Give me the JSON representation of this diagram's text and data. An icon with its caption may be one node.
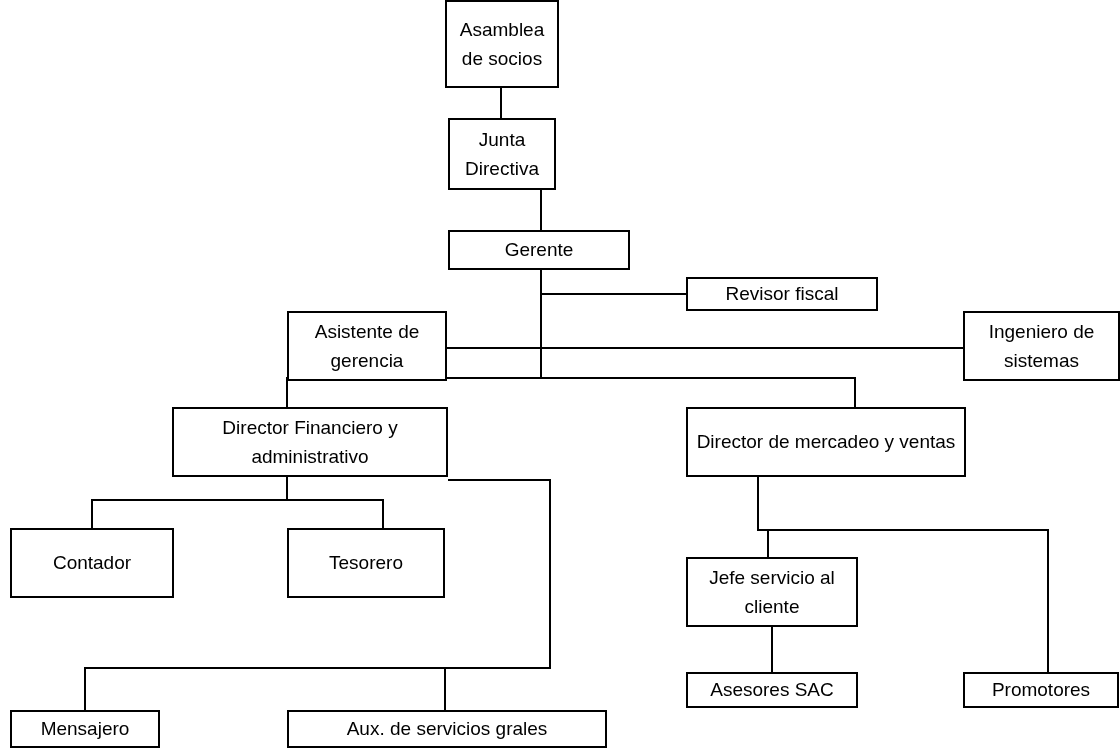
{
  "diagram": {
    "nodes": [
      {
        "text": [
          "Asamblea de socios"
        ]
      },
      {
        "text": [
          "Junta Directiva"
        ]
      },
      {
        "text": [
          "Gerente"
        ]
      },
      {
        "text": [
          "Revisor fiscal"
        ]
      },
      {
        "text": [
          "Asistente de gerencia"
        ]
      },
      {
        "text": [
          "Ingeniero de sistemas"
        ]
      },
      {
        "text": [
          "Director Financiero y administrativo"
        ]
      },
      {
        "text": [
          "Director de mercadeo y ventas"
        ]
      },
      {
        "text": [
          "Contador"
        ]
      },
      {
        "text": [
          "Tesorero"
        ]
      },
      {
        "text": [
          "Jefe servicio al cliente"
        ]
      },
      {
        "text": [
          "Mensajero"
        ]
      },
      {
        "text": [
          "Aux. de servicios grales"
        ]
      },
      {
        "text": [
          "Asesores SAC"
        ]
      },
      {
        "text": [
          "Promotores"
        ]
      }
    ],
    "edges": [
      {
        "from": 0,
        "to": 1,
        "arrow": "none"
      },
      {
        "from": 1,
        "to": 2,
        "arrow": "none"
      },
      {
        "from": 2,
        "to": 3,
        "arrow": "none"
      },
      {
        "from": 2,
        "to": 4,
        "arrow": "none"
      },
      {
        "from": 2,
        "to": 5,
        "arrow": "none"
      },
      {
        "from": 2,
        "to": 6,
        "arrow": "none"
      },
      {
        "from": 2,
        "to": 7,
        "arrow": "none"
      },
      {
        "from": 6,
        "to": 8,
        "arrow": "none"
      },
      {
        "from": 6,
        "to": 9,
        "arrow": "none"
      },
      {
        "from": 6,
        "to": 11,
        "arrow": "none"
      },
      {
        "from": 6,
        "to": 12,
        "arrow": "none"
      },
      {
        "from": 7,
        "to": 10,
        "arrow": "none"
      },
      {
        "from": 7,
        "to": 14,
        "arrow": "none"
      },
      {
        "from": 10,
        "to": 13,
        "arrow": "none"
      }
    ]
  }
}
